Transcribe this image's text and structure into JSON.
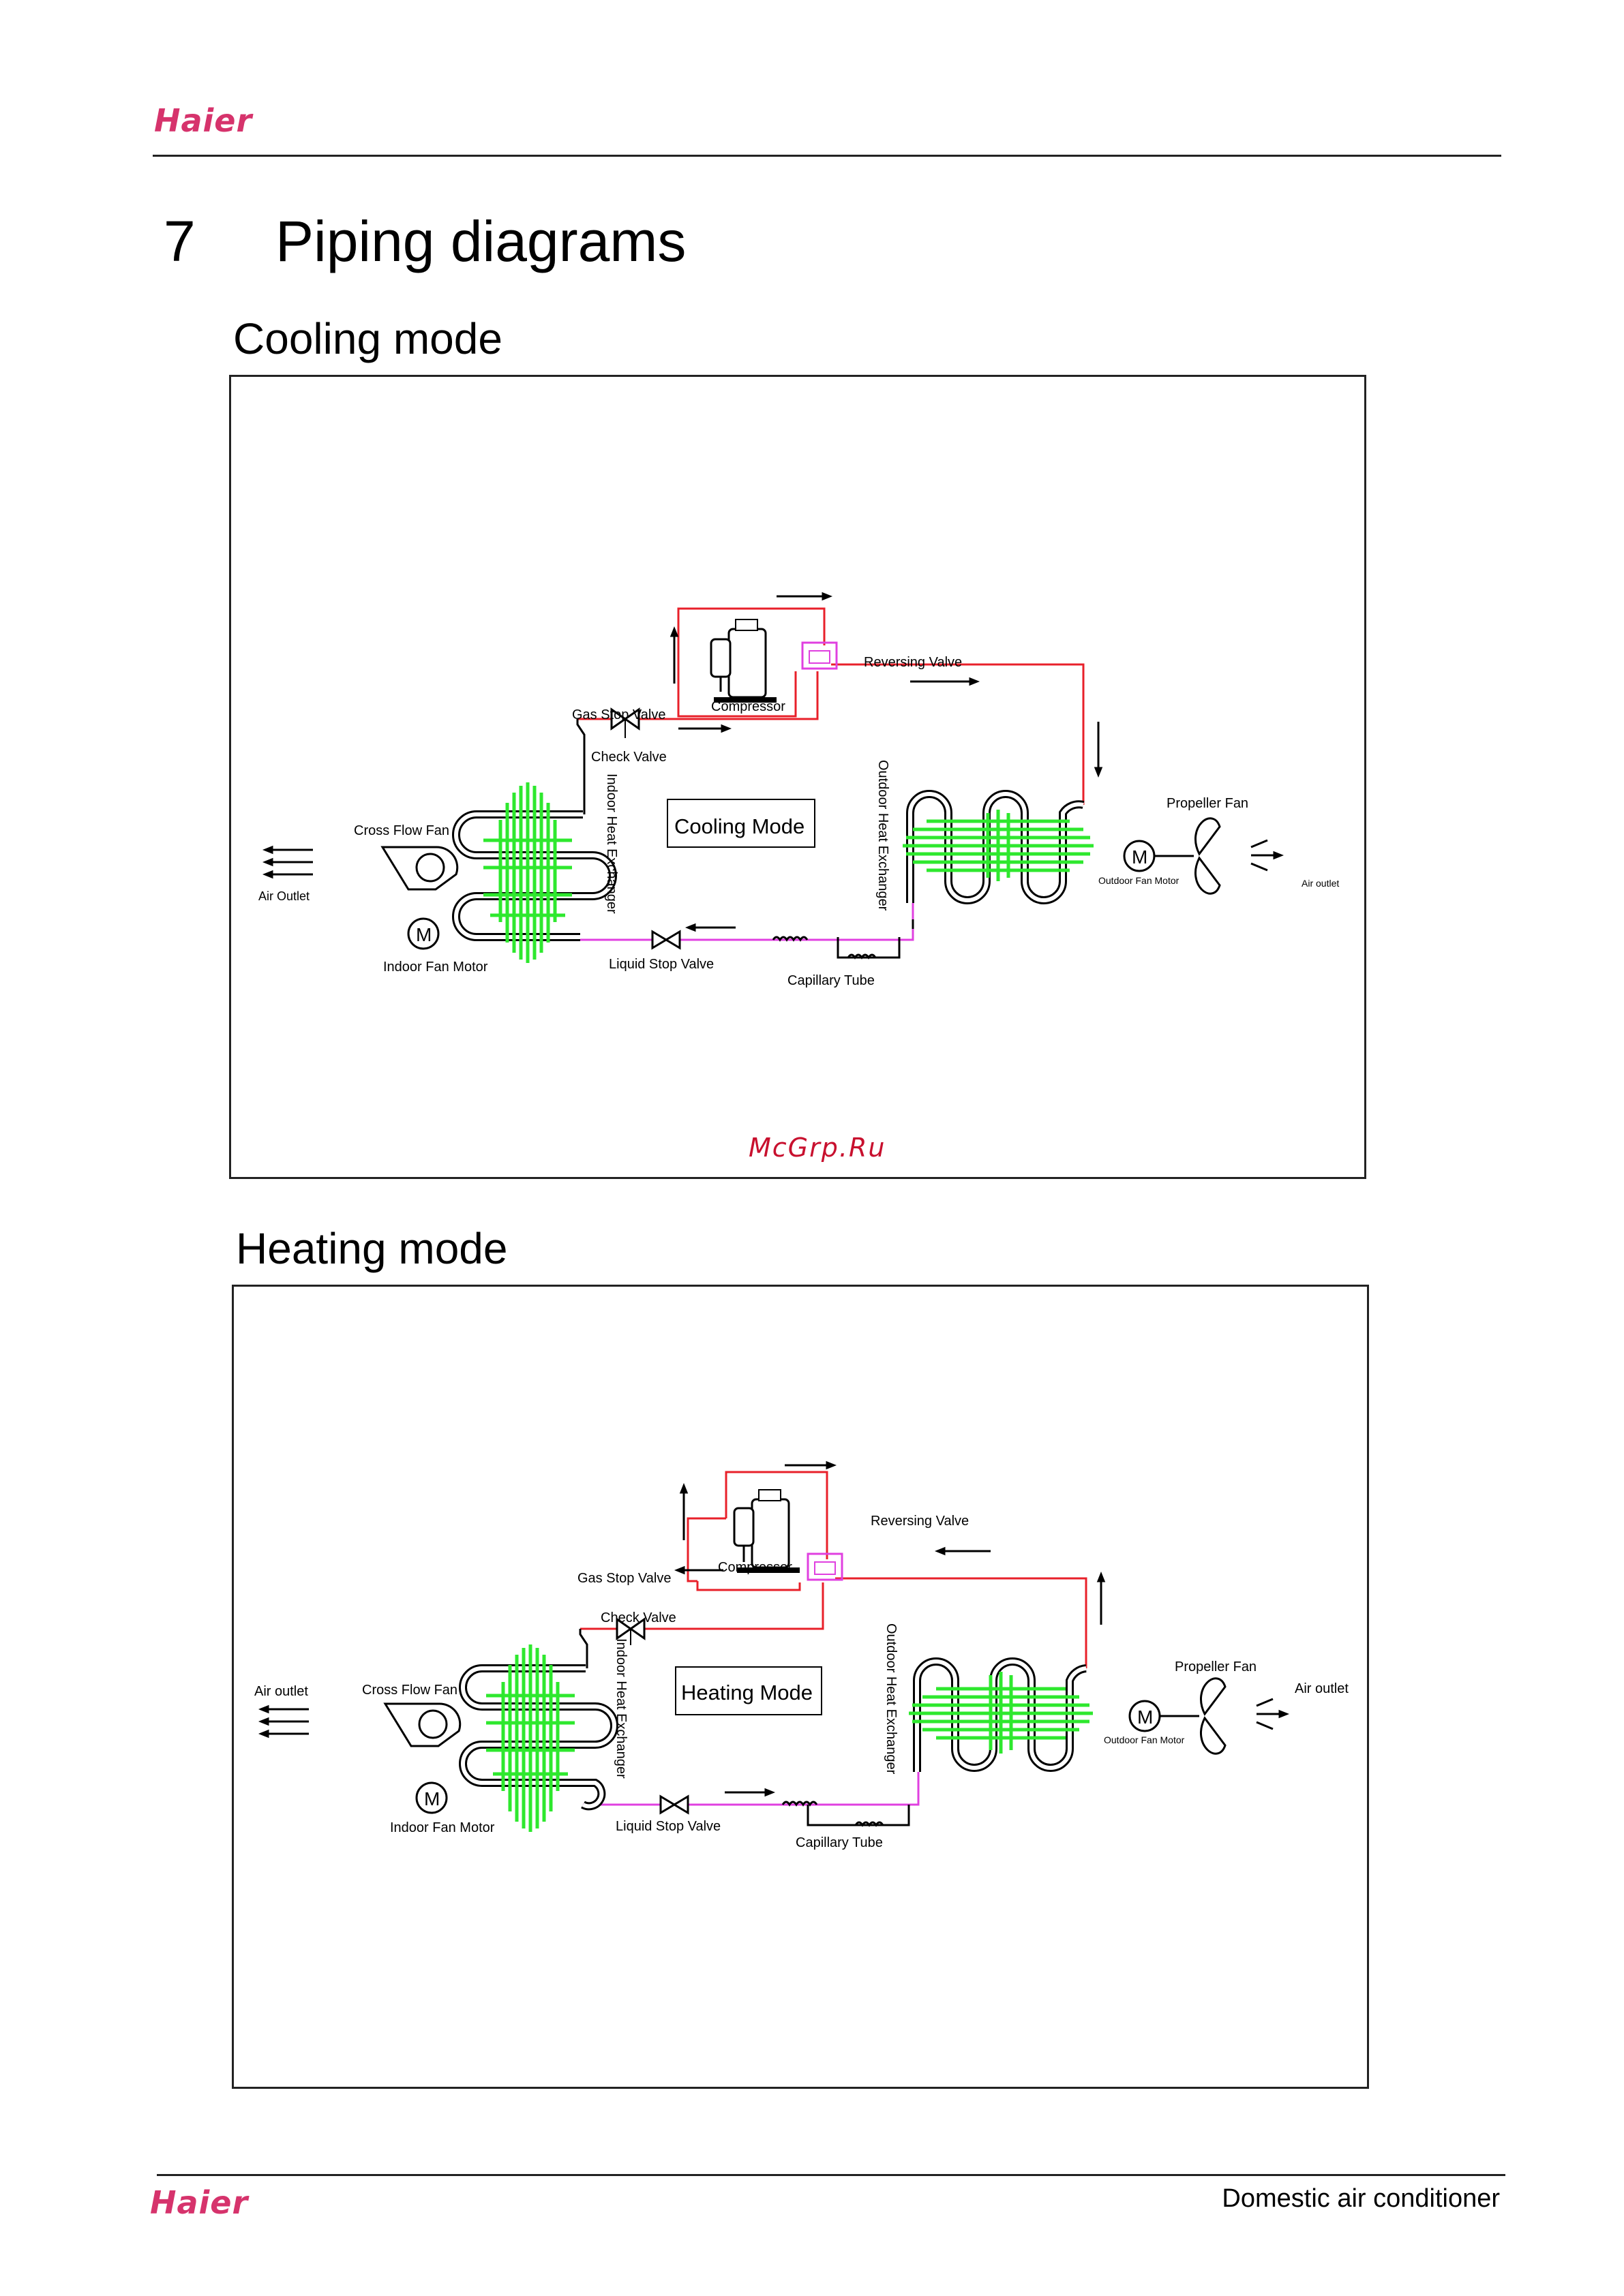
{
  "header": {
    "brand": "Haier"
  },
  "section": {
    "number": "7",
    "title": "Piping diagrams"
  },
  "cooling": {
    "heading": "Cooling mode",
    "mode_label": "Cooling Mode",
    "labels": {
      "compressor": "Compressor",
      "reversing_valve": "Reversing Valve",
      "gas_stop_valve": "Gas Stop Valve",
      "check_valve": "Check Valve",
      "indoor_hx": "Indoor Heat Exchanger",
      "outdoor_hx": "Outdoor Heat Exchanger",
      "cross_flow_fan": "Cross Flow Fan",
      "air_outlet_left": "Air Outlet",
      "indoor_fan_motor": "Indoor Fan Motor",
      "liquid_stop_valve": "Liquid Stop Valve",
      "capillary_tube": "Capillary Tube",
      "propeller_fan": "Propeller Fan",
      "outdoor_fan_motor": "Outdoor Fan Motor",
      "air_outlet_right": "Air outlet",
      "motor_symbol": "M"
    }
  },
  "heating": {
    "heading": "Heating mode",
    "mode_label": "Heating Mode",
    "labels": {
      "compressor": "Compressor",
      "reversing_valve": "Reversing Valve",
      "gas_stop_valve": "Gas Stop Valve",
      "check_valve": "Check Valve",
      "indoor_hx": "Indoor Heat Exchanger",
      "outdoor_hx": "Outdoor Heat Exchanger",
      "cross_flow_fan": "Cross Flow Fan",
      "air_outlet_left": "Air outlet",
      "indoor_fan_motor": "Indoor Fan Motor",
      "liquid_stop_valve": "Liquid Stop Valve",
      "capillary_tube": "Capillary Tube",
      "propeller_fan": "Propeller Fan",
      "outdoor_fan_motor": "Outdoor Fan Motor",
      "air_outlet_right": "Air outlet",
      "motor_symbol": "M"
    }
  },
  "watermark": "McGrp.Ru",
  "footer": {
    "brand": "Haier",
    "text": "Domestic air conditioner"
  },
  "colors": {
    "brand": "#d6336c",
    "pipe_hot": "#e8202a",
    "pipe_liquid": "#e040e0",
    "fins": "#2ee82e",
    "watermark": "#c8102e"
  }
}
